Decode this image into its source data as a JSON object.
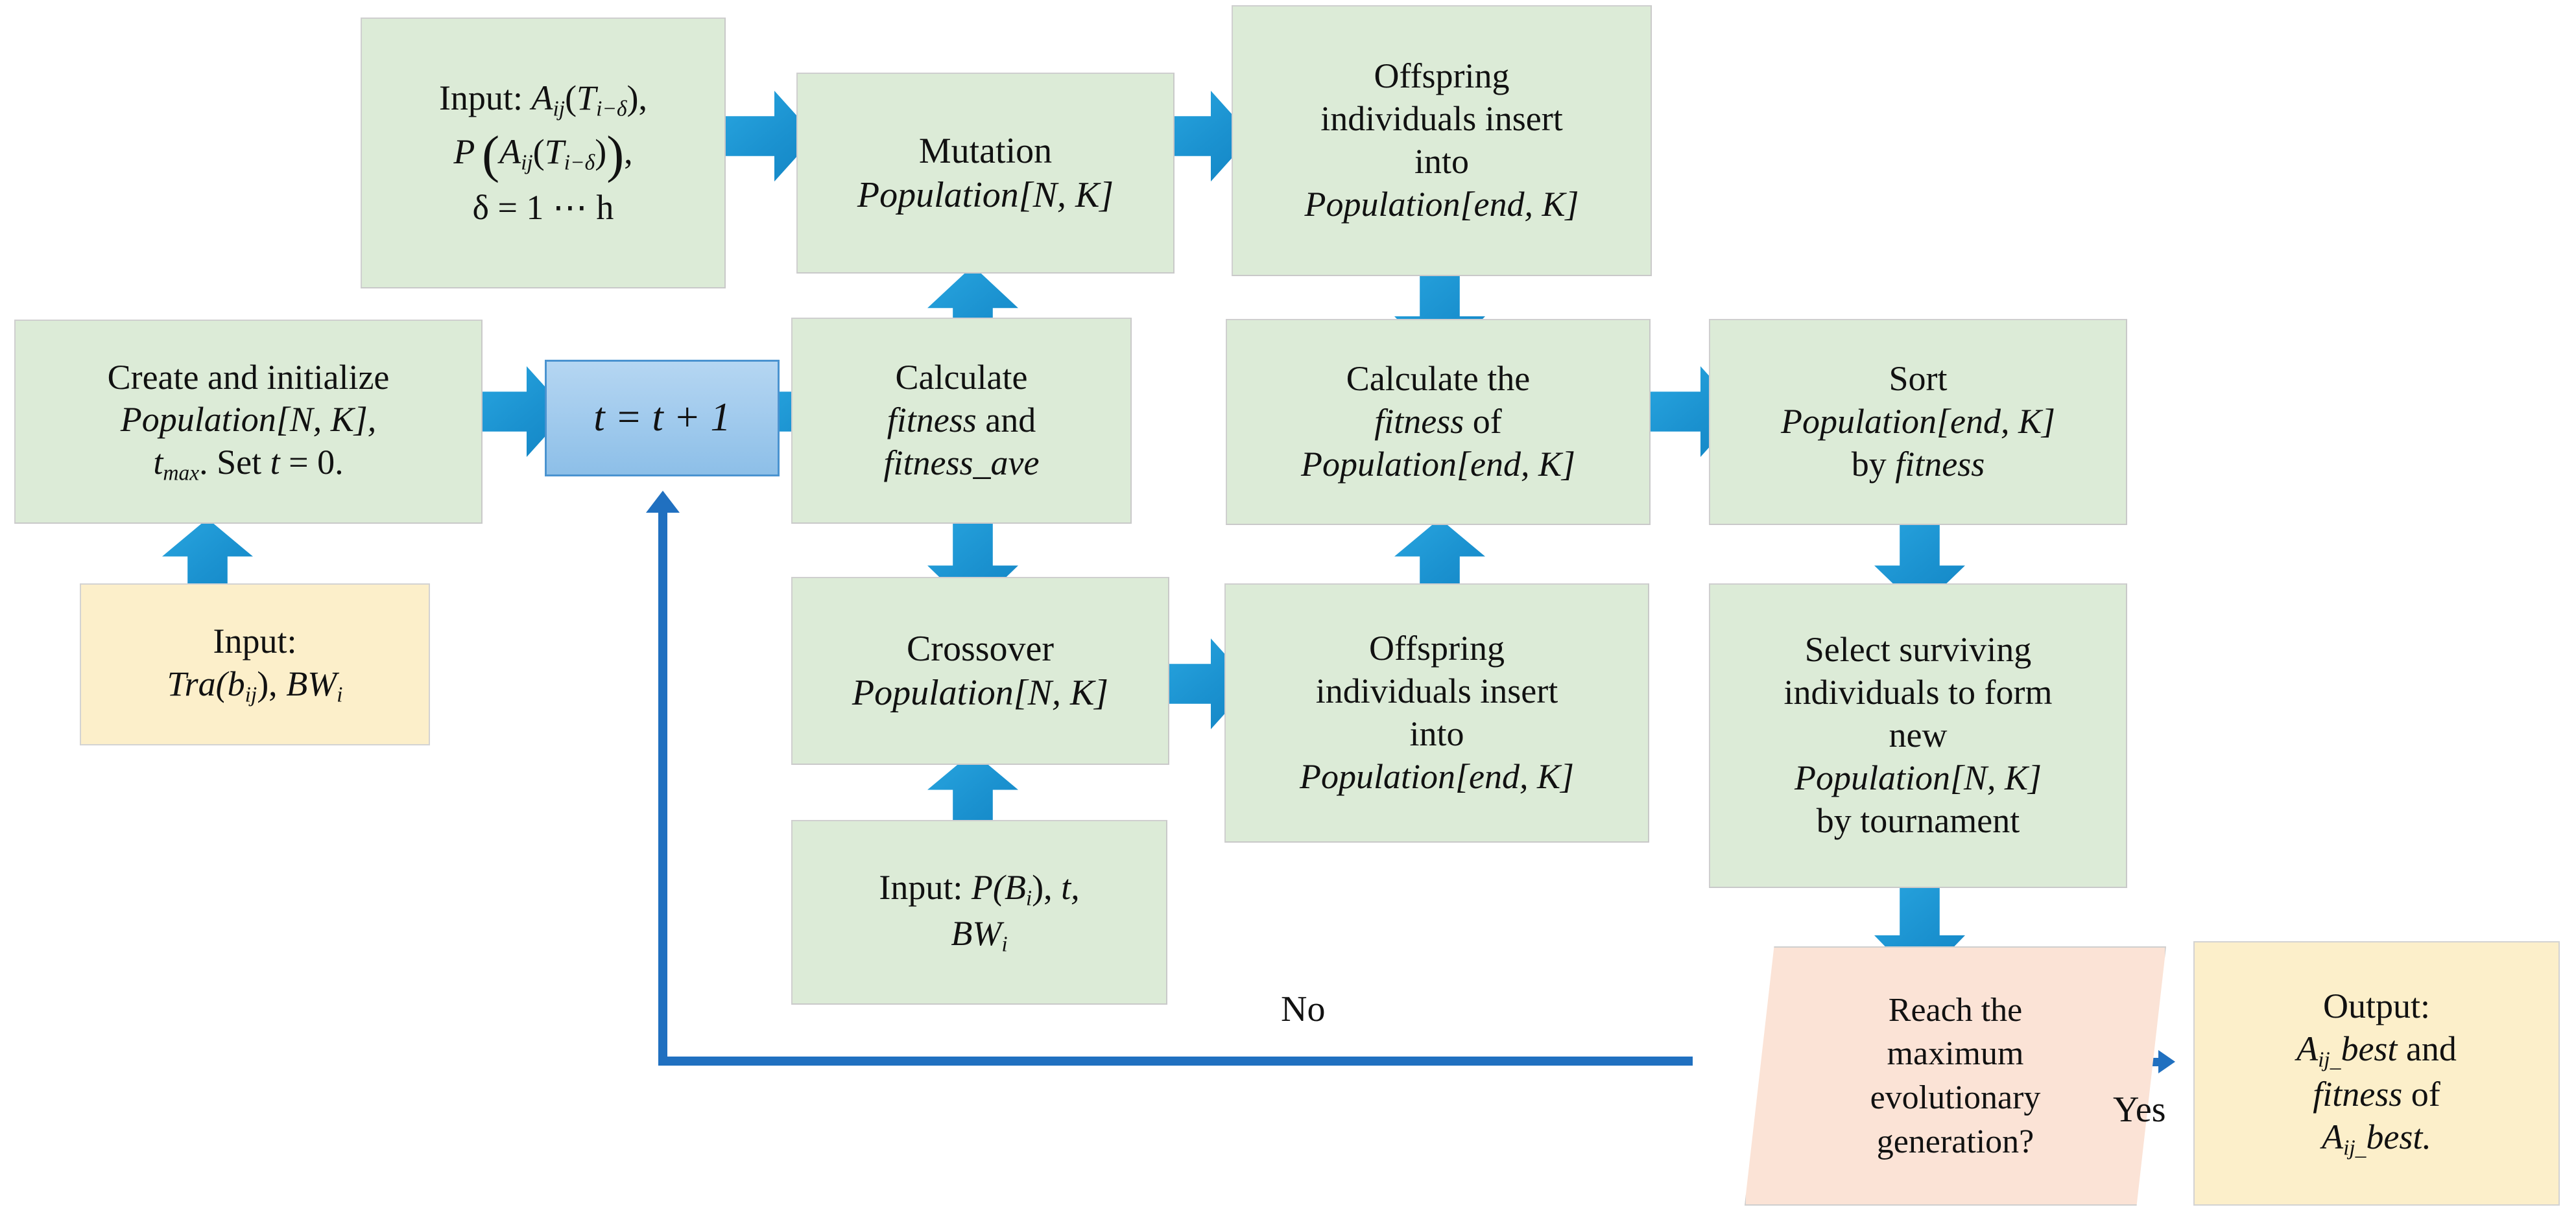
{
  "diagram": {
    "title": "Genetic algorithm flowchart",
    "colors": {
      "process_fill": "#dcebd7",
      "io_fill": "#fcefca",
      "counter_fill": "#a2cbee",
      "decision_fill": "#fbe3d6",
      "arrow_blue": "#1b9ad8",
      "line_blue": "#2070c0"
    }
  },
  "nodes": {
    "input_mutation": {
      "shape": "process",
      "lines": [
        "Input: Aᵢⱼ(Tᵢ₋δ),",
        "P(Aᵢⱼ(Tᵢ₋δ)),",
        "δ = 1 ⋯ h"
      ],
      "l1a": "Input: ",
      "l1b": "A",
      "l1sub": "ij",
      "l1c": "(T",
      "l1sub2": "i−δ",
      "l1d": "),",
      "l2a": "P",
      "l2b": "(",
      "l2c": "A",
      "l2sub": "ij",
      "l2d": "(T",
      "l2sub2": "i−δ",
      "l2e": ")",
      "l2f": "),",
      "l3": "δ = 1 ⋯ h"
    },
    "mutation": {
      "shape": "process",
      "line1": "Mutation",
      "line2_name": "Population",
      "line2_args": "[N, K]"
    },
    "offspring_insert_top": {
      "shape": "process",
      "line1": "Offspring",
      "line2": "individuals insert",
      "line3": "into",
      "line4_name": "Population",
      "line4_args": "[end, K]"
    },
    "create_init": {
      "shape": "process",
      "line1": "Create and initialize",
      "line2_name": "Population",
      "line2_args": "[N, K],",
      "line3_a": "t",
      "line3_sub": "max",
      "line3_b": ". Set ",
      "line3_c": "t",
      "line3_d": " = 0."
    },
    "input_tra": {
      "shape": "io",
      "line1": "Input:",
      "line2_a": "Tra",
      "line2_b": "(b",
      "line2_sub": "ij",
      "line2_c": "), ",
      "line2_d": "BW",
      "line2_sub2": "i"
    },
    "counter": {
      "shape": "counter",
      "text": "t = t + 1"
    },
    "calc_fitness": {
      "shape": "process",
      "line1": "Calculate",
      "line2_a": "fitness",
      "line2_b": " and",
      "line3": "fitness_ave"
    },
    "calc_fitness_end": {
      "shape": "process",
      "line1": "Calculate the",
      "line2_a": "fitness",
      "line2_b": " of",
      "line3_name": "Population",
      "line3_args": "[end, K]"
    },
    "sort": {
      "shape": "process",
      "line1": "Sort",
      "line2_name": "Population",
      "line2_args": "[end, K]",
      "line3_a": "by ",
      "line3_b": "fitness"
    },
    "crossover": {
      "shape": "process",
      "line1": "Crossover",
      "line2_name": "Population",
      "line2_args": "[N, K]"
    },
    "offspring_insert_mid": {
      "shape": "process",
      "line1": "Offspring",
      "line2": "individuals insert",
      "line3": "into",
      "line4_name": "Population",
      "line4_args": "[end, K]"
    },
    "input_pb": {
      "shape": "process",
      "line1_a": "Input: ",
      "line1_b": "P",
      "line1_c": "(B",
      "line1_sub": "i",
      "line1_d": "), ",
      "line1_e": "t,",
      "line2_a": "BW",
      "line2_sub": "i"
    },
    "select_survivors": {
      "shape": "process",
      "line1": "Select surviving",
      "line2": "individuals to form",
      "line3": "new",
      "line4_name": "Population",
      "line4_args": "[N, K]",
      "line5": "by tournament"
    },
    "decision": {
      "shape": "decision",
      "line1": "Reach the",
      "line2": "maximum",
      "line3": "evolutionary",
      "line4": "generation?"
    },
    "output": {
      "shape": "io",
      "line1": "Output:",
      "line2_a": "A",
      "line2_sub": "ij_",
      "line2_b": "best",
      "line2_c": " and",
      "line3_a": "fitness",
      "line3_b": " of",
      "line4_a": "A",
      "line4_sub": "ij_",
      "line4_b": "best."
    }
  },
  "edge_labels": {
    "no": "No",
    "yes": "Yes"
  }
}
